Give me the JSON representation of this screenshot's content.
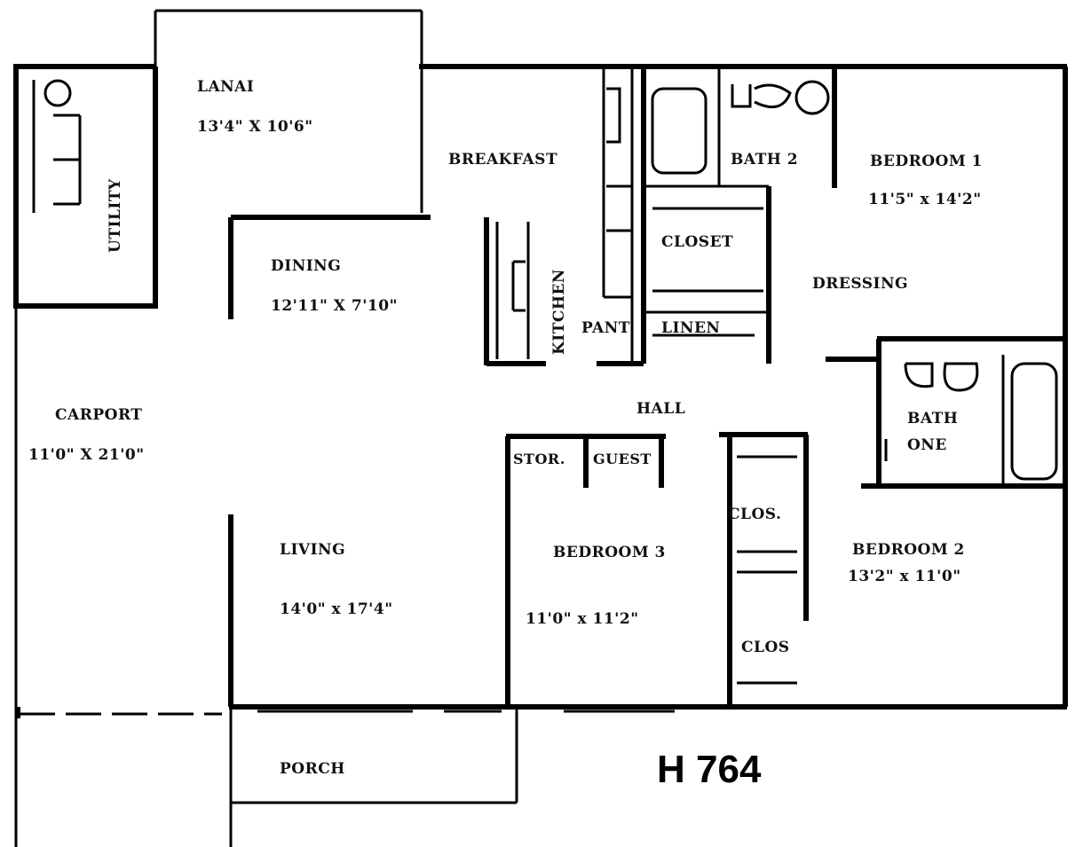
{
  "title": "H 764",
  "rooms": {
    "lanai": {
      "name": "LANAI",
      "size": "13'4\" X 10'6\""
    },
    "breakfast": {
      "name": "BREAKFAST"
    },
    "bath2": {
      "name": "BATH 2"
    },
    "bedroom1": {
      "name": "BEDROOM 1",
      "size": "11'5\" x 14'2\""
    },
    "utility": {
      "name": "UTILITY"
    },
    "dining": {
      "name": "DINING",
      "size": "12'11\" X 7'10\""
    },
    "kitchen": {
      "name": "KITCHEN"
    },
    "closet": {
      "name": "CLOSET"
    },
    "dressing": {
      "name": "DRESSING"
    },
    "pantry": {
      "name": "PANT"
    },
    "linen": {
      "name": "LINEN"
    },
    "hall": {
      "name": "HALL"
    },
    "bath_one": {
      "name": "BATH",
      "name2": "ONE"
    },
    "carport": {
      "name": "CARPORT",
      "size": "11'0\" X 21'0\""
    },
    "storage": {
      "name": "STOR."
    },
    "guest": {
      "name": "GUEST"
    },
    "clos1": {
      "name": "CLOS."
    },
    "clos2": {
      "name": "CLOS"
    },
    "bedroom2": {
      "name": "BEDROOM 2",
      "size": "13'2\" x 11'0\""
    },
    "living": {
      "name": "LIVING",
      "size": "14'0\" x 17'4\""
    },
    "bedroom3": {
      "name": "BEDROOM 3",
      "size": "11'0\" x 11'2\""
    },
    "porch": {
      "name": "PORCH"
    }
  }
}
